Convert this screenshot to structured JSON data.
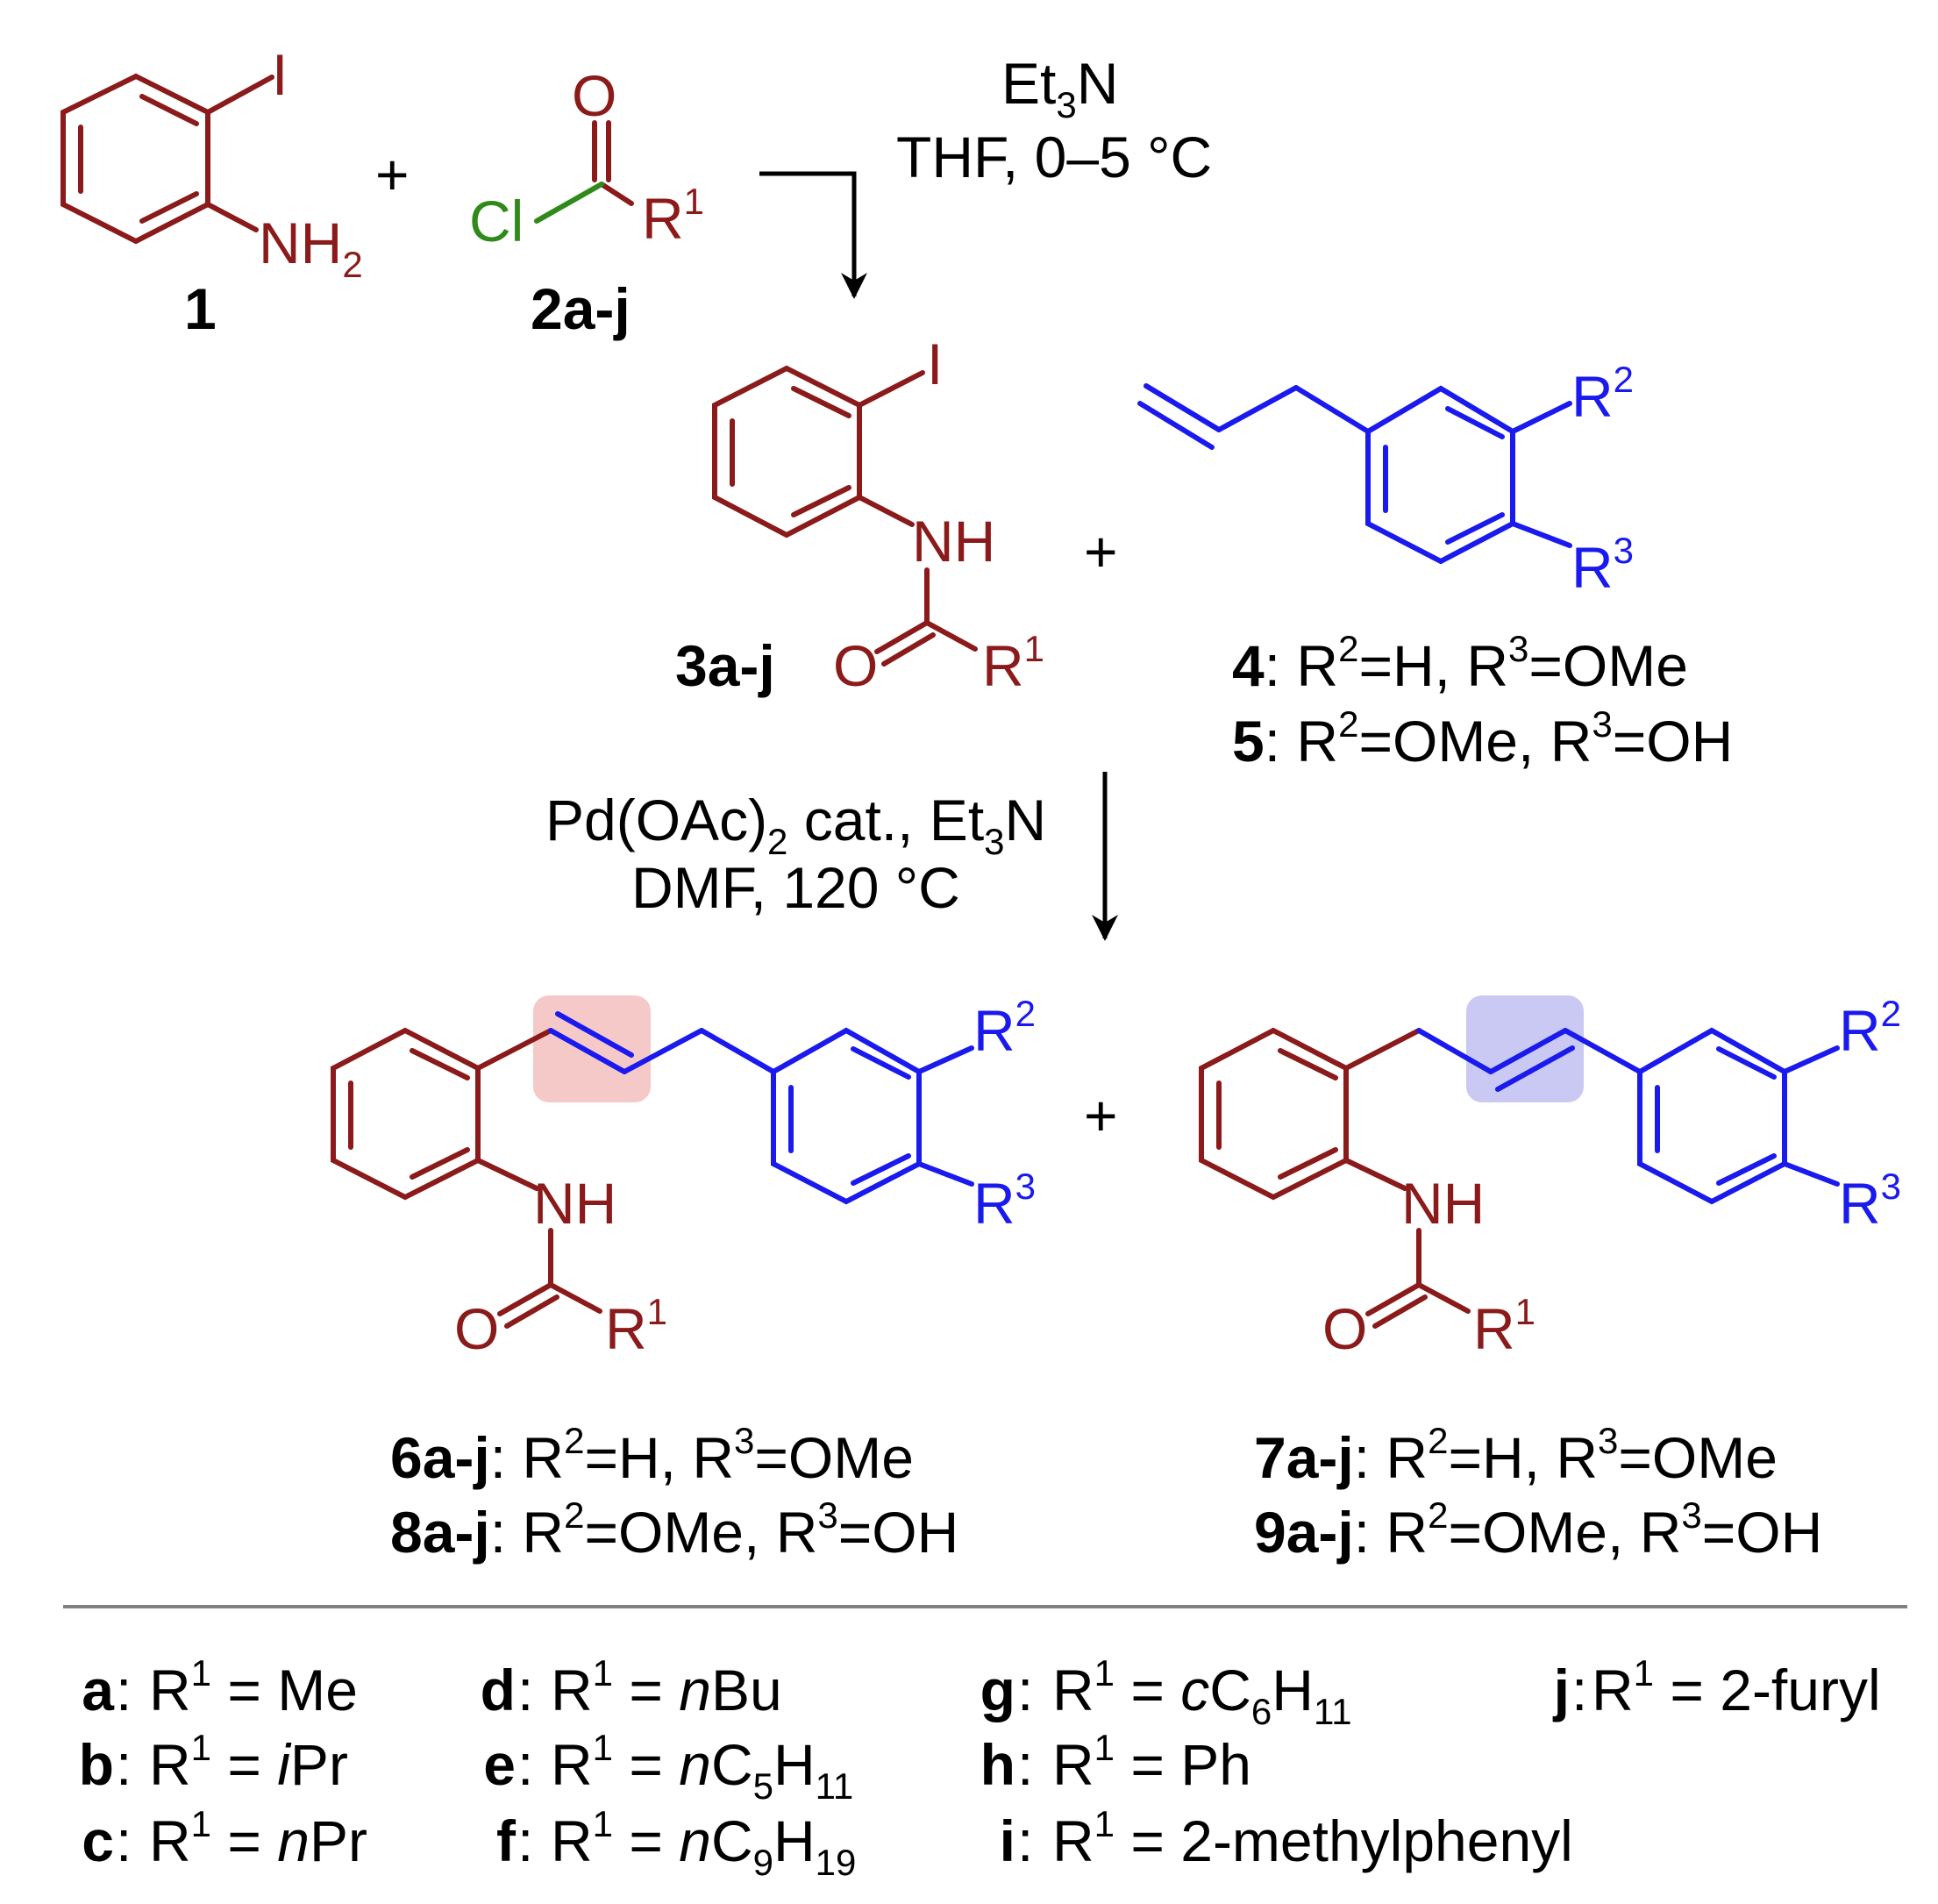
{
  "colors": {
    "maroon": "#8b1a1a",
    "blue": "#1a1aee",
    "green": "#2f8a1a",
    "black": "#000000",
    "red_highlight": "#f6c9c9",
    "blue_highlight": "#c9c9f4",
    "rule": "#808080"
  },
  "atoms": {
    "I": "I",
    "N": "N",
    "NH": "NH",
    "H": "H",
    "O": "O",
    "Cl": "Cl",
    "R": "R",
    "n1": "1",
    "n2": "2",
    "n3": "3",
    "plus": "+"
  },
  "compounds": {
    "c1": "1",
    "c2": "2a-j",
    "c3": "3a-j",
    "c4": "4",
    "c5": "5"
  },
  "conditions": {
    "step1_line1_a": "Et",
    "step1_line1_sub": "3",
    "step1_line1_b": "N",
    "step1_line2": "THF, 0–5 °C",
    "step2_line1_a": "Pd(OAc)",
    "step2_line1_sub": "2",
    "step2_line1_b": " cat., Et",
    "step2_line1_sub2": "3",
    "step2_line1_c": "N",
    "step2_line2": "DMF, 120 °C"
  },
  "substituents": {
    "prefix_colon": ": ",
    "r2_h": "=H, ",
    "r3_ome": "=OMe",
    "r2_ome": "=OMe, ",
    "r3_oh": "=OH",
    "lines": [
      {
        "id": "4",
        "type": "h_ome"
      },
      {
        "id": "5",
        "type": "ome_oh"
      },
      {
        "id": "6a-j",
        "type": "h_ome"
      },
      {
        "id": "8a-j",
        "type": "ome_oh"
      },
      {
        "id": "7a-j",
        "type": "h_ome"
      },
      {
        "id": "9a-j",
        "type": "ome_oh"
      }
    ]
  },
  "legend": [
    {
      "letter": "a",
      "value": "Me"
    },
    {
      "letter": "b",
      "prefix": "i",
      "value": "Pr"
    },
    {
      "letter": "c",
      "prefix": "n",
      "value": "Pr"
    },
    {
      "letter": "d",
      "prefix": "n",
      "value": "Bu"
    },
    {
      "letter": "e",
      "prefix": "n",
      "value": "C",
      "sub1": "5",
      "mid": "H",
      "sub2": "11"
    },
    {
      "letter": "f",
      "prefix": "n",
      "value": "C",
      "sub1": "9",
      "mid": "H",
      "sub2": "19"
    },
    {
      "letter": "g",
      "prefix": "c",
      "value": "C",
      "sub1": "6",
      "mid": "H",
      "sub2": "11"
    },
    {
      "letter": "h",
      "value": "Ph"
    },
    {
      "letter": "i",
      "value": "2-methylphenyl"
    },
    {
      "letter": "j",
      "value": "2-furyl"
    }
  ],
  "legend_eq": " = ",
  "legend_colon": ":"
}
